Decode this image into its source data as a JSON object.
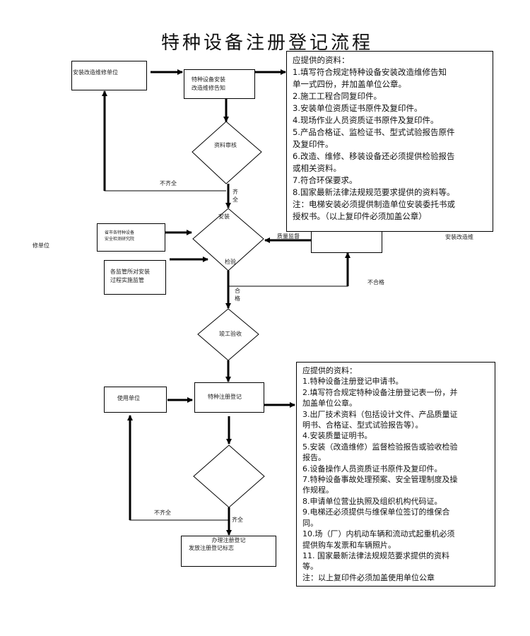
{
  "title": "特种设备注册登记流程",
  "nodes": {
    "install_unit": "安装改造维修单位",
    "notice": [
      "特种设备安装",
      "改造维修告知"
    ],
    "doc_review": "资料审核",
    "install_inspect_top": "安装",
    "install_inspect_bottom": "检验",
    "inspection_institute": [
      "省市各特种设备",
      "安全检测研究院"
    ],
    "supervision_office": [
      "各监管所对安装",
      "过程实施监管"
    ],
    "completion_acceptance": "竣工验收",
    "user_unit": "使用单位",
    "registration": "特种注册登记",
    "final": [
      "办理注册登记",
      "发放注册登记标志"
    ]
  },
  "edge_labels": {
    "incomplete_1": "不齐全",
    "complete_1": [
      "齐",
      "全"
    ],
    "quality_supervision": "质量监督",
    "install_repair_right": "安装改造维",
    "repair_unit_left": "修单位",
    "unqualified": "不合格",
    "qualified": [
      "合",
      "格"
    ],
    "incomplete_2": "不齐全",
    "complete_2": "齐全"
  },
  "info_box_1": {
    "lines": [
      "应提供的资料：",
      "1.填写符合规定特种设备安装改造维修告知",
      "单一式四份，并加盖单位公章。",
      "2.施工工程合同复印件。",
      "3.安装单位资质证书原件及复印件。",
      "4.现场作业人员资质证书原件及复印件。",
      "5.产品合格证、监检证书、型式试验报告原件",
      "及复印件。",
      "6.改造、维修、移装设备还必须提供检验报告",
      "或相关资料。",
      "7.符合环保要求。",
      "8.国家最新法律法规规范要求提供的资料等。",
      "注：电梯安装必须提供制造单位安装委托书或",
      "授权书。（以上复印件必须加盖公章）"
    ]
  },
  "info_box_2": {
    "lines": [
      "应提供的资料：",
      "1.特种设备注册登记申请书。",
      "2.填写符合规定特种设备注册登记表一份，并",
      "加盖单位公章。",
      "3.出厂技术资料（包括设计文件、产品质量证",
      "明书、合格证、型式试验报告等）。",
      "4.安装质量证明书。",
      "5.安装（改造维修）监督检验报告或验收检验",
      "报告。",
      "6.设备操作人员资质证书原件及复印件。",
      "7.特种设备事故处理预案、安全管理制度及操",
      "作规程。",
      "8.申请单位营业执照及组织机构代码证。",
      "9.电梯还必须提供与维保单位签订的维保合",
      "同。",
      "10.场（厂）内机动车辆和流动式起重机必须",
      "提供购车发票和车辆照片。",
      "11. 国家最新法律法规规范要求提供的资料",
      "等。",
      "注：以上复印件必须加盖使用单位公章"
    ]
  }
}
